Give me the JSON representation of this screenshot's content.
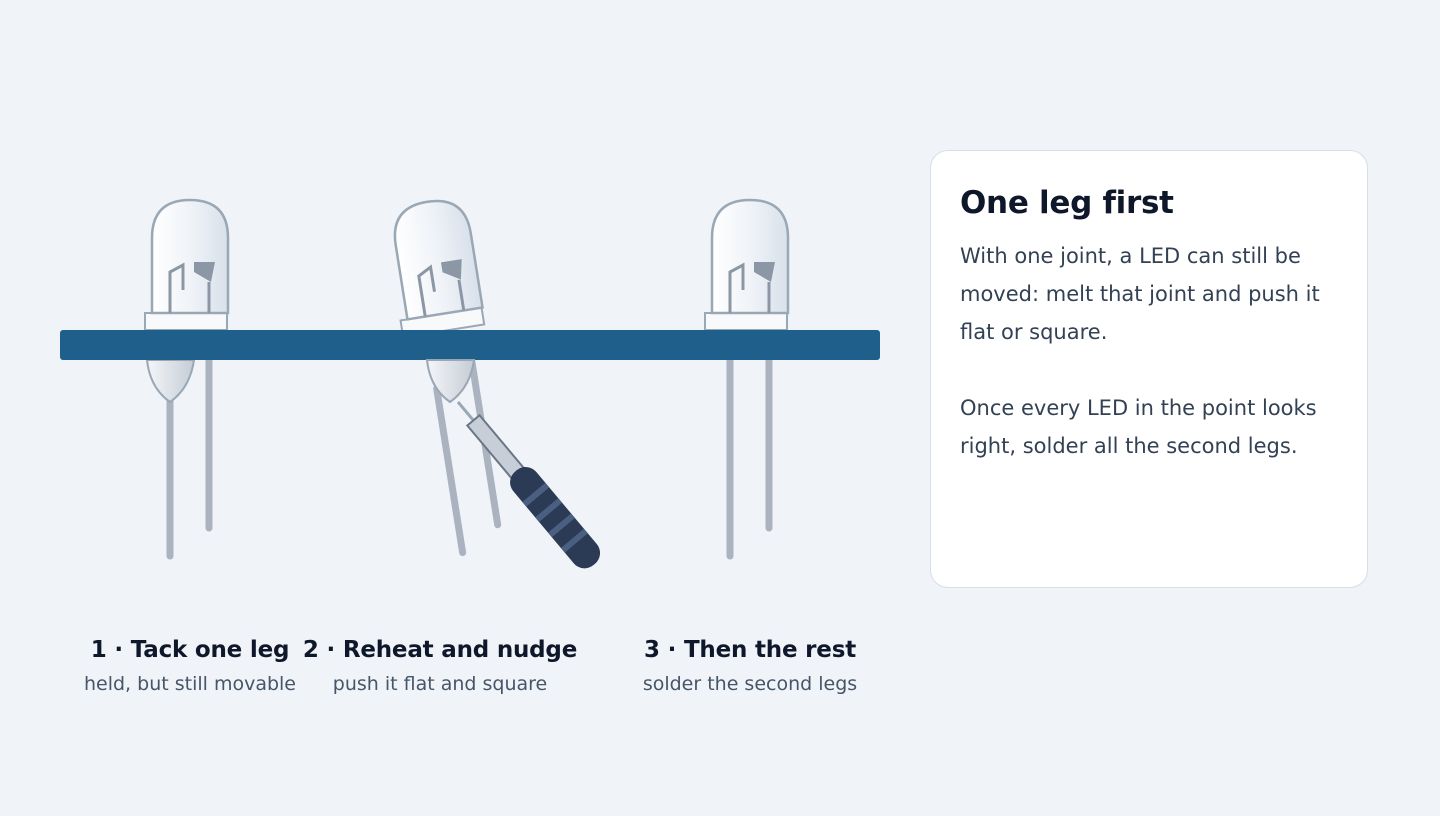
{
  "steps": [
    {
      "title": "1 · Tack one leg",
      "subtitle": "held, but still movable"
    },
    {
      "title": "2 · Reheat and nudge",
      "subtitle": "push it flat and square"
    },
    {
      "title": "3 · Then the rest",
      "subtitle": "solder the second legs"
    }
  ],
  "card": {
    "title": "One leg first",
    "paragraphs": [
      "With one joint, a LED can still be moved: melt that joint and push it flat or square.",
      "Once every LED in the point looks right, solder all the second legs."
    ]
  },
  "colors": {
    "background": "#f0f4f8",
    "board": "#1f5f8b",
    "led_outline": "#9aa7b5",
    "led_lead": "#aab3bf",
    "iron_handle": "#2b3a55",
    "iron_tip": "#c7ced8"
  }
}
